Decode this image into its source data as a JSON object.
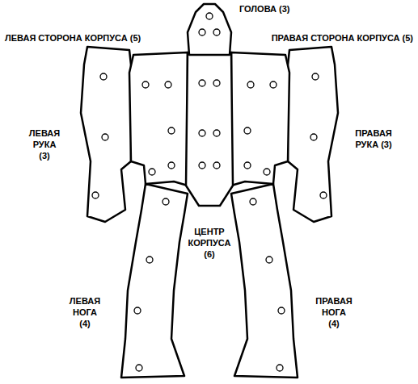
{
  "diagram": {
    "labels": [
      "ГОЛОВА (3)",
      "ЛЕВАЯ СТОРОНА КОРПУСА (5)",
      "ПРАВАЯ СТОРОНА КОРПУСА (5)",
      "ЛЕВАЯ РУКА (3)",
      "ПРАВАЯ РУКА (3)",
      "ЦЕНТР КОРПУСА (6)",
      "ЛЕВАЯ НОГА (4)",
      "ПРАВАЯ НОГА (4)"
    ]
  }
}
